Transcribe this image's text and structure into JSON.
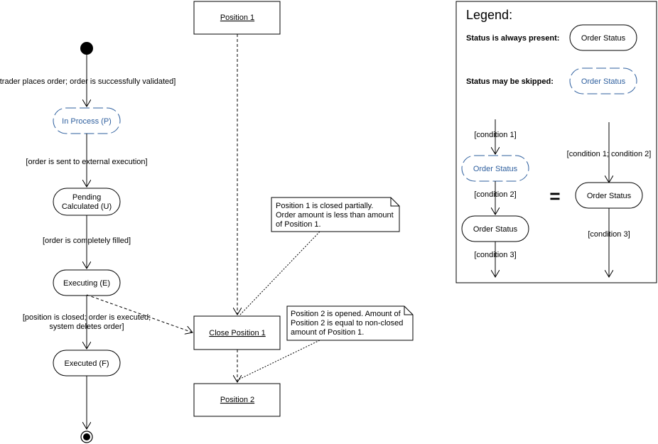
{
  "flow": {
    "guard_validated": "[trader places order; order is successfully validated]",
    "state_in_process": "In Process (P)",
    "guard_sent": "[order is sent to external execution]",
    "state_pending_1": "Pending",
    "state_pending_2": "Calculated (U)",
    "guard_filled": "[order is completely filled]",
    "state_executing": "Executing (E)",
    "guard_closed_1": "[position is closed; order is executed;",
    "guard_closed_2": "system deletes order]",
    "state_executed": "Executed (F)"
  },
  "objects": {
    "position1": "Position 1",
    "close_position1": "Close Position 1",
    "position2": "Position 2"
  },
  "notes": {
    "note1": [
      "Position 1 is closed partially.",
      "Order amount is less than amount",
      "of Position 1."
    ],
    "note2": [
      "Position 2 is opened. Amount of",
      "Position 2 is equal to non-closed",
      "amount of Position 1."
    ]
  },
  "legend": {
    "title": "Legend:",
    "always_present_label": "Status is always present:",
    "always_present_state": "Order Status",
    "may_skip_label": "Status may be skipped:",
    "may_skip_state": "Order Status",
    "left_condition1": "[condition 1]",
    "left_state_skipped": "Order Status",
    "left_condition2": "[condition 2]",
    "left_state": "Order Status",
    "left_condition3": "[condition 3]",
    "equals": "=",
    "right_condition12": "[condition 1; condition 2]",
    "right_state": "Order Status",
    "right_condition3": "[condition 3]"
  }
}
